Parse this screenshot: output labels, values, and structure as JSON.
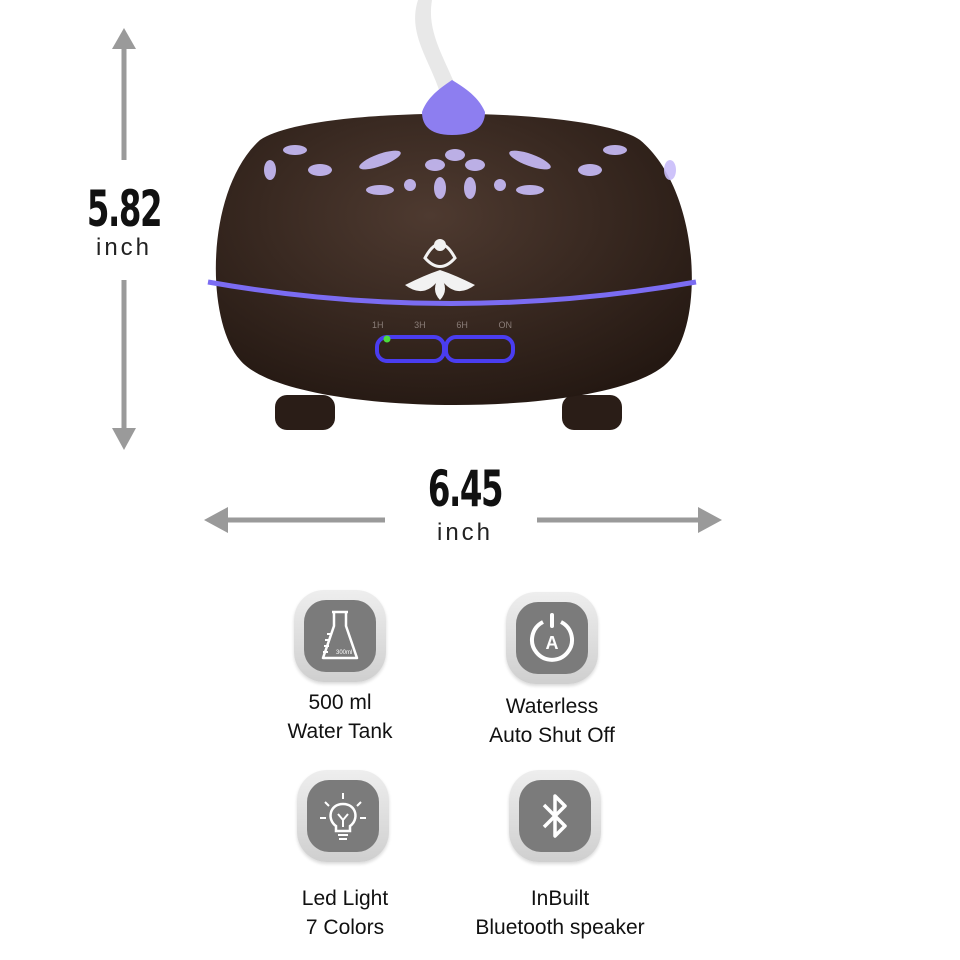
{
  "dimensions": {
    "height": {
      "value": "5.82",
      "unit": "inch"
    },
    "width": {
      "value": "6.45",
      "unit": "inch"
    }
  },
  "product": {
    "timer_labels": [
      "1H",
      "3H",
      "6H",
      "ON"
    ],
    "light_color": "#7b6cf2",
    "body_color": "#3a2a22"
  },
  "features": [
    {
      "icon": "beaker-icon",
      "icon_text": "300ml",
      "line1": "500 ml",
      "line2": "Water Tank"
    },
    {
      "icon": "auto-power-icon",
      "icon_text": "A",
      "line1": "Waterless",
      "line2": "Auto Shut Off"
    },
    {
      "icon": "lightbulb-icon",
      "line1": "Led Light",
      "line2": "7 Colors"
    },
    {
      "icon": "bluetooth-icon",
      "line1": "InBuilt",
      "line2": "Bluetooth speaker"
    }
  ]
}
